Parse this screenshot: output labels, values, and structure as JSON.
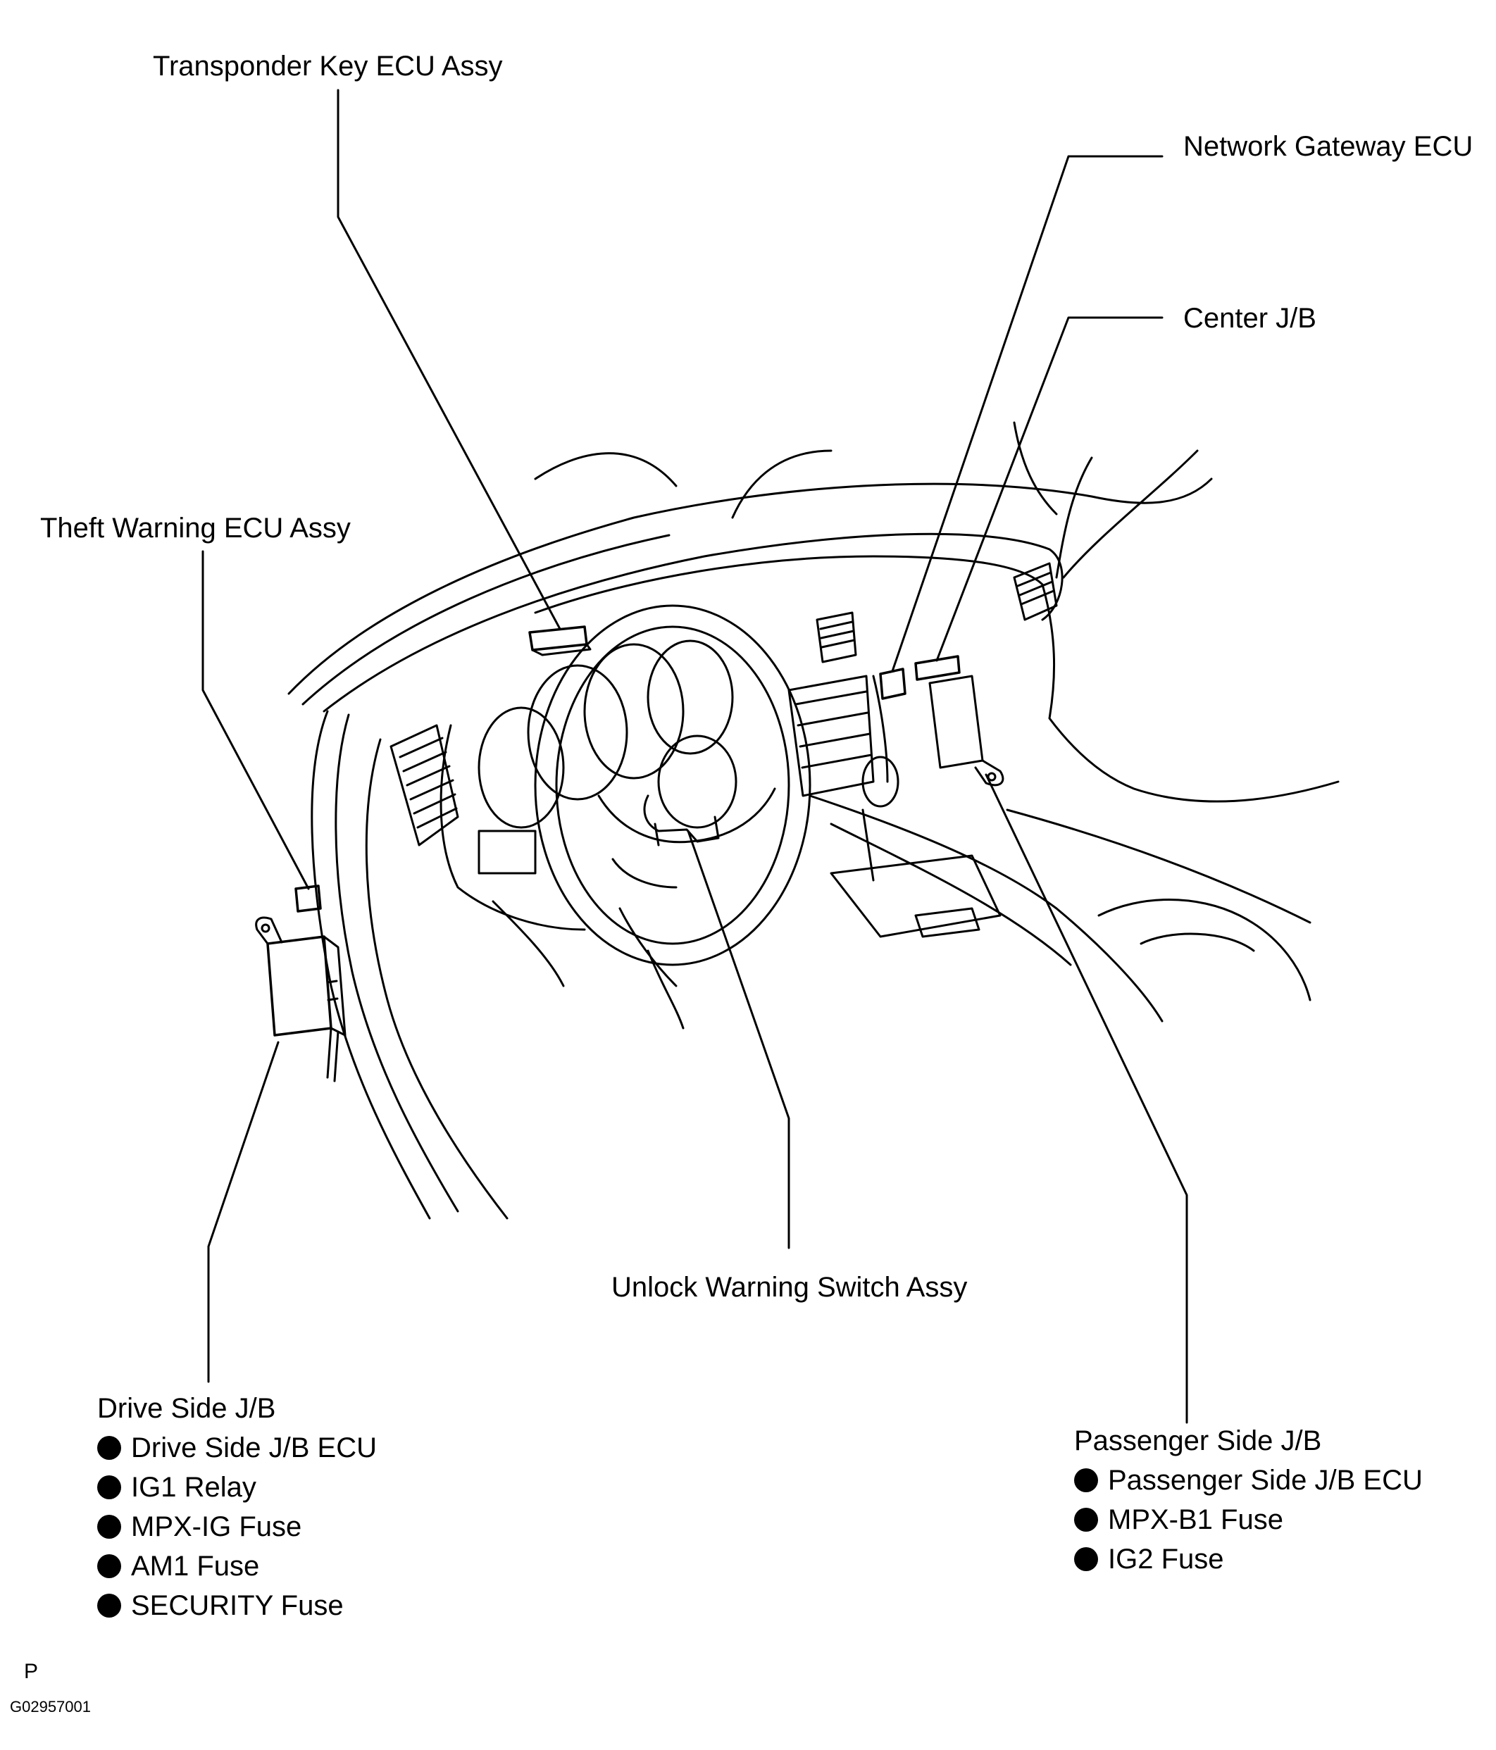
{
  "labels": {
    "transponder": "Transponder Key ECU Assy",
    "network": "Network Gateway ECU",
    "center": "Center J/B",
    "theft": "Theft Warning ECU Assy",
    "unlock": "Unlock Warning Switch Assy"
  },
  "drive_side": {
    "title": "Drive Side J/B",
    "items": [
      "Drive Side J/B ECU",
      "IG1 Relay",
      "MPX-IG Fuse",
      "AM1 Fuse",
      "SECURITY Fuse"
    ]
  },
  "passenger_side": {
    "title": "Passenger Side J/B",
    "items": [
      "Passenger Side J/B ECU",
      "MPX-B1 Fuse",
      "IG2 Fuse"
    ]
  },
  "footer": {
    "letter": "P",
    "code": "G02957001"
  }
}
